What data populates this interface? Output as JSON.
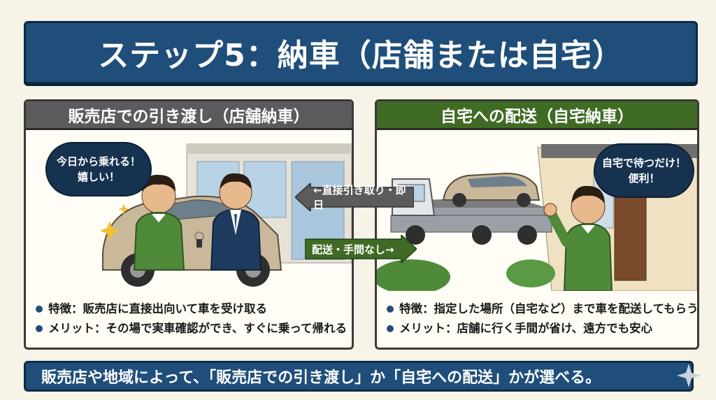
{
  "title": "ステップ5：納車（店舗または自宅）",
  "left_panel": {
    "heading": "販売店での引き渡し（店舗納車）",
    "bubble_line1": "今日から乗れる！",
    "bubble_line2": "嬉しい！",
    "bullets": [
      "特徴：販売店に直接出向いて車を受け取る",
      "メリット：その場で実車確認ができ、すぐに乗って帰れる"
    ]
  },
  "right_panel": {
    "heading": "自宅への配送（自宅納車）",
    "bubble_line1": "自宅で待つだけ！",
    "bubble_line2": "便利！",
    "bullets": [
      "特徴：指定した場所（自宅など）まで車を配送してもらう",
      "メリット：店舗に行く手間が省け、遠方でも安心"
    ]
  },
  "arrows": {
    "left_label": "←直接引き取り・即日",
    "right_label": "配送・手間なし→"
  },
  "footer": "販売店や地域によって、「販売店での引き渡し」か「自宅への配送」かが選べる。",
  "colors": {
    "title_bg": "#1f4e7a",
    "left_header": "#5b5b5b",
    "right_header": "#3f6b24",
    "background": "#f7f3e6"
  }
}
